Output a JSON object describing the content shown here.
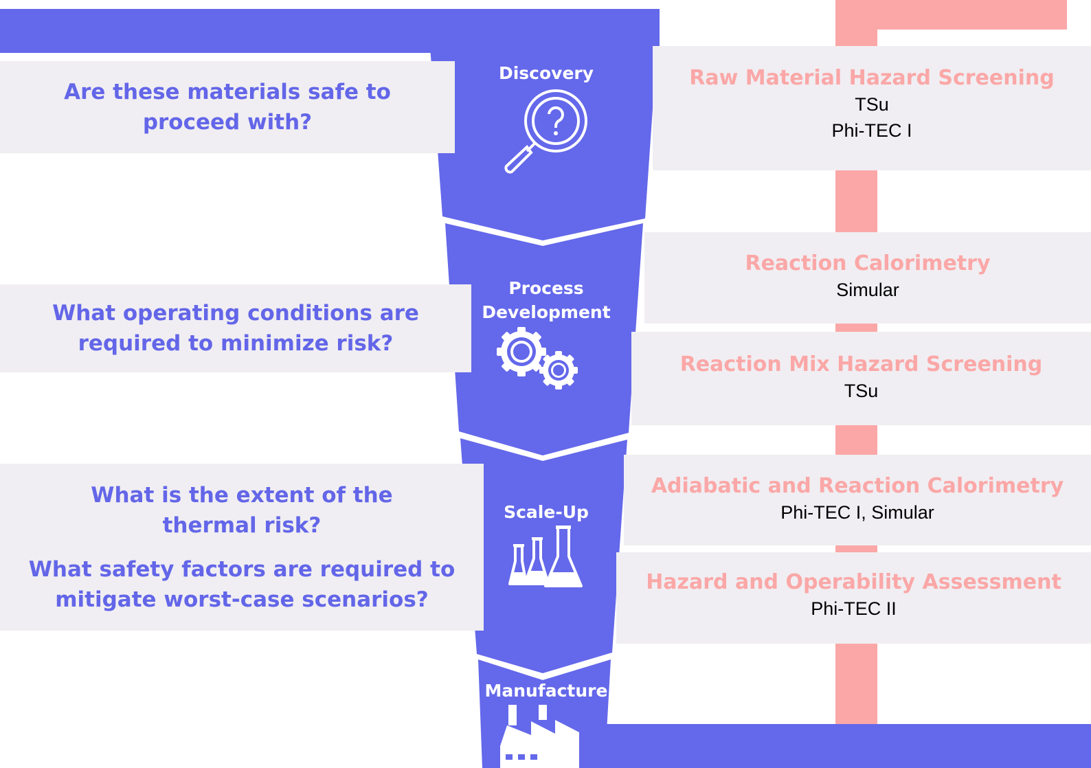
{
  "colors": {
    "funnel": "#6468ea",
    "panel": "#f0eef2",
    "pink": "#fba7a7",
    "question": "#6366e8"
  },
  "stages": [
    {
      "label": "Discovery",
      "icon": "magnifier-question-icon"
    },
    {
      "label": "Process Development",
      "icon": "gears-icon"
    },
    {
      "label": "Scale-Up",
      "icon": "flasks-icon"
    },
    {
      "label": "Manufacture",
      "icon": "factory-icon"
    }
  ],
  "questions": {
    "q1": "Are these materials safe to proceed with?",
    "q2": "What operating conditions are required to minimize risk?",
    "q3a": "What is the extent of the thermal risk?",
    "q3b": "What safety factors are required to mitigate worst-case scenarios?"
  },
  "tests": [
    {
      "title": "Raw Material Hazard Screening",
      "line1": "TSu",
      "line2": "Phi-TEC I"
    },
    {
      "title": "Reaction Calorimetry",
      "line1": "Simular"
    },
    {
      "title": "Reaction Mix Hazard Screening",
      "line1": "TSu"
    },
    {
      "title": "Adiabatic and Reaction Calorimetry",
      "line1": "Phi-TEC I, Simular"
    },
    {
      "title": "Hazard and Operability Assessment",
      "line1": "Phi-TEC II"
    }
  ]
}
